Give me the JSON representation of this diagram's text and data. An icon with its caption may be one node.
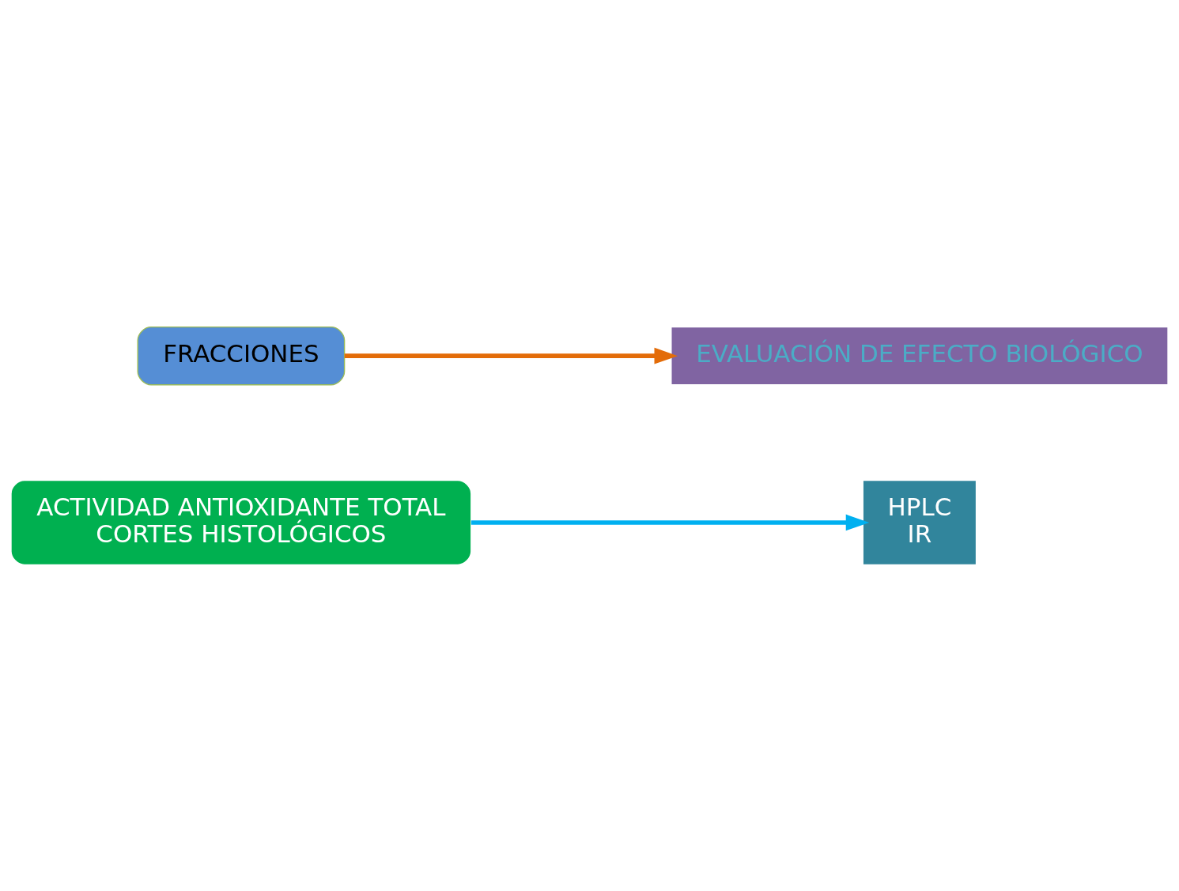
{
  "diagram": {
    "nodes": [
      {
        "text": [
          "ACTIVIDAD ANTIOXIDANTE TOTAL",
          "CORTES HISTOLÓGICOS"
        ]
      },
      {
        "text": [
          "HPLC",
          "IR"
        ]
      },
      {
        "text": [
          "FRACCIONES"
        ]
      },
      {
        "text": [
          "EVALUACIÓN DE EFECTO BIOLÓGICO"
        ]
      }
    ],
    "edges": [
      {
        "from": 0,
        "to": 1,
        "arrow": "to",
        "color": "#00b0f0"
      },
      {
        "from": 2,
        "to": 3,
        "arrow": "to",
        "color": "#e36c09"
      }
    ]
  }
}
